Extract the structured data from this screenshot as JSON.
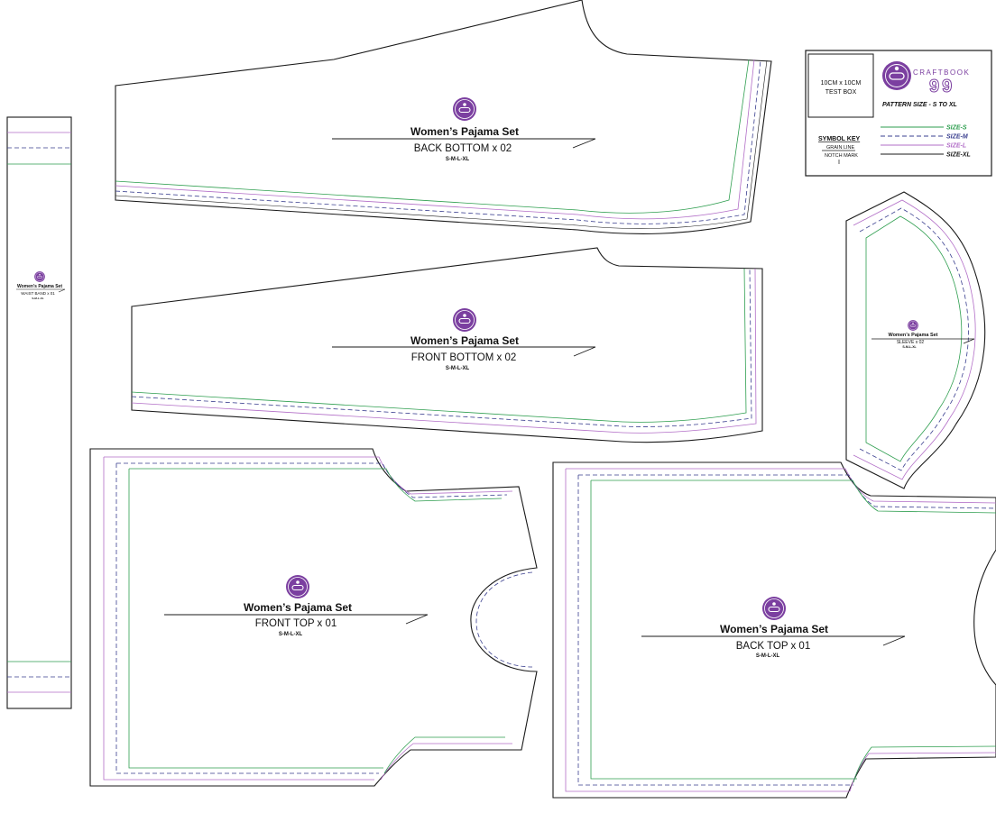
{
  "colors": {
    "outline": "#1a1a1a",
    "size_s": "#2e9e4f",
    "size_m": "#3a3f8f",
    "size_l": "#b26ec7",
    "brand": "#7b3fa0"
  },
  "icons": {
    "logo": "craftbook-logo-icon",
    "badge": "pattern-badge-icon"
  },
  "info_box": {
    "test_box_line1": "10CM x 10CM",
    "test_box_line2": "TEST BOX",
    "brand_name": "CRAFTBOOK",
    "brand_number": "99",
    "pattern_size": "PATTERN SIZE - S TO XL",
    "symbol_key": "SYMBOL KEY",
    "grain_line": "GRAIN LINE",
    "notch_mark": "NOTCH MARK",
    "legend": [
      {
        "label": "SIZE-S",
        "color": "#2e9e4f",
        "dash": ""
      },
      {
        "label": "SIZE-M",
        "color": "#3a3f8f",
        "dash": "5,3"
      },
      {
        "label": "SIZE-L",
        "color": "#b26ec7",
        "dash": ""
      },
      {
        "label": "SIZE-XL",
        "color": "#1a1a1a",
        "dash": ""
      }
    ]
  },
  "pieces": {
    "back_bottom": {
      "title": "Women’s Pajama Set",
      "name": "BACK BOTTOM x 02",
      "sizes": "S-M-L-XL"
    },
    "front_bottom": {
      "title": "Women’s Pajama Set",
      "name": "FRONT BOTTOM x 02",
      "sizes": "S-M-L-XL"
    },
    "waist_band": {
      "title": "Women’s Pajama Set",
      "name": "WAIST BAND x 01",
      "sizes": "S-M-L-XL"
    },
    "sleeve": {
      "title": "Women’s Pajama Set",
      "name": "SLEEVE x 02",
      "sizes": "S-M-L-XL"
    },
    "front_top": {
      "title": "Women’s Pajama Set",
      "name": "FRONT TOP x 01",
      "sizes": "S-M-L-XL"
    },
    "back_top": {
      "title": "Women’s Pajama Set",
      "name": "BACK TOP x 01",
      "sizes": "S-M-L-XL"
    }
  }
}
